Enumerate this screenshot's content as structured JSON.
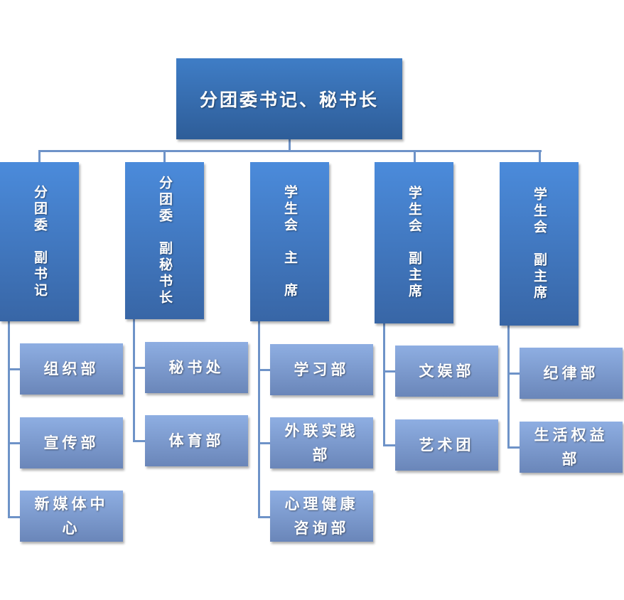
{
  "root": {
    "label": "分团委书记、秘书长"
  },
  "columns": [
    {
      "label": "分团委　副书记",
      "children": [
        "组织部",
        "宣传部",
        "新媒体中心"
      ]
    },
    {
      "label": "分团委　副秘书长",
      "children": [
        "秘书处",
        "体育部"
      ]
    },
    {
      "label": "学生会　主　席",
      "children": [
        "学习部",
        "外联实践部",
        "心理健康咨询部"
      ]
    },
    {
      "label": "学生会　副主席",
      "children": [
        "文娱部",
        "艺术团"
      ]
    },
    {
      "label": "学生会　副主席",
      "children": [
        "纪律部",
        "生活权益部"
      ]
    }
  ],
  "colors": {
    "root": "#3f7dc6",
    "mid": "#4b8bdb",
    "leaf": "#8eaee2",
    "connector": "#6e93c8"
  }
}
